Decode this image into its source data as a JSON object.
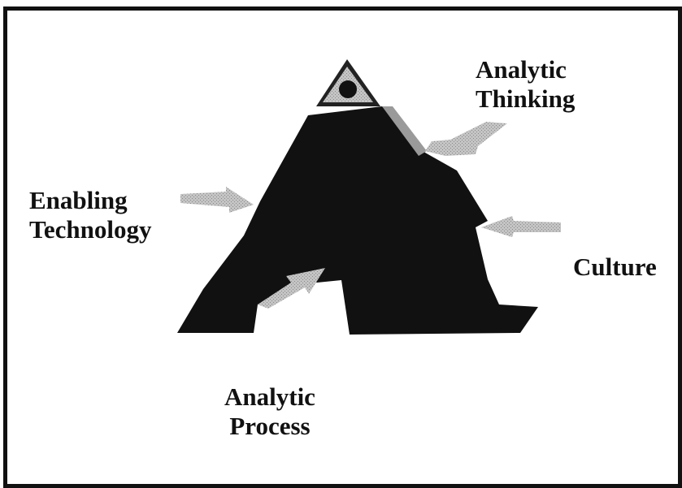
{
  "diagram": {
    "labels": {
      "analytic_thinking": [
        "Analytic",
        "Thinking"
      ],
      "enabling_technology": [
        "Enabling",
        "Technology"
      ],
      "culture": "Culture",
      "analytic_process": [
        "Analytic",
        "Process"
      ]
    },
    "colors": {
      "pyramid": "#111111",
      "arrow_fill": "#b9b9b9",
      "capstone_fill": "#a8a8a8",
      "frame": "#111111",
      "background": "#ffffff"
    }
  }
}
